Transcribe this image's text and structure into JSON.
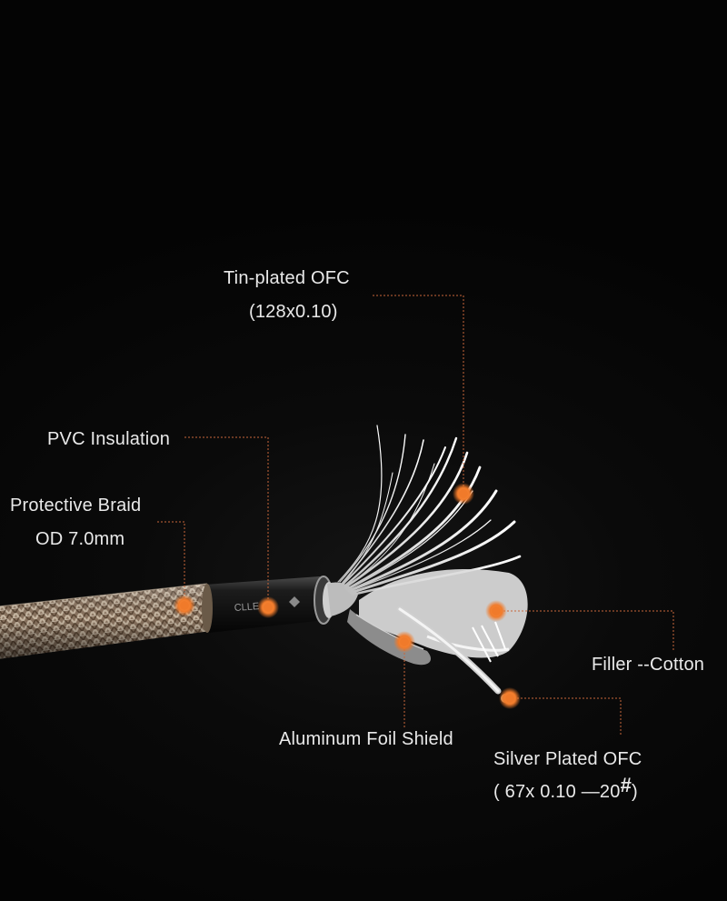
{
  "labels": {
    "tin_plated": {
      "title": "Tin-plated OFC",
      "spec": "(128x0.10)"
    },
    "pvc": {
      "title": "PVC Insulation"
    },
    "braid": {
      "title": "Protective Braid",
      "spec": "OD 7.0mm"
    },
    "filler": {
      "title": "Filler --Cotton"
    },
    "foil": {
      "title": "Aluminum Foil Shield"
    },
    "silver": {
      "title": "Silver Plated OFC",
      "spec_prefix": "( 67x 0.10 —20",
      "spec_sup": "#",
      "spec_suffix": ")"
    }
  },
  "cable_print": "CLLE",
  "colors": {
    "marker": "#f07a2a",
    "leader": "#c8663a",
    "text": "#e9e9e9",
    "background": "#050505"
  }
}
